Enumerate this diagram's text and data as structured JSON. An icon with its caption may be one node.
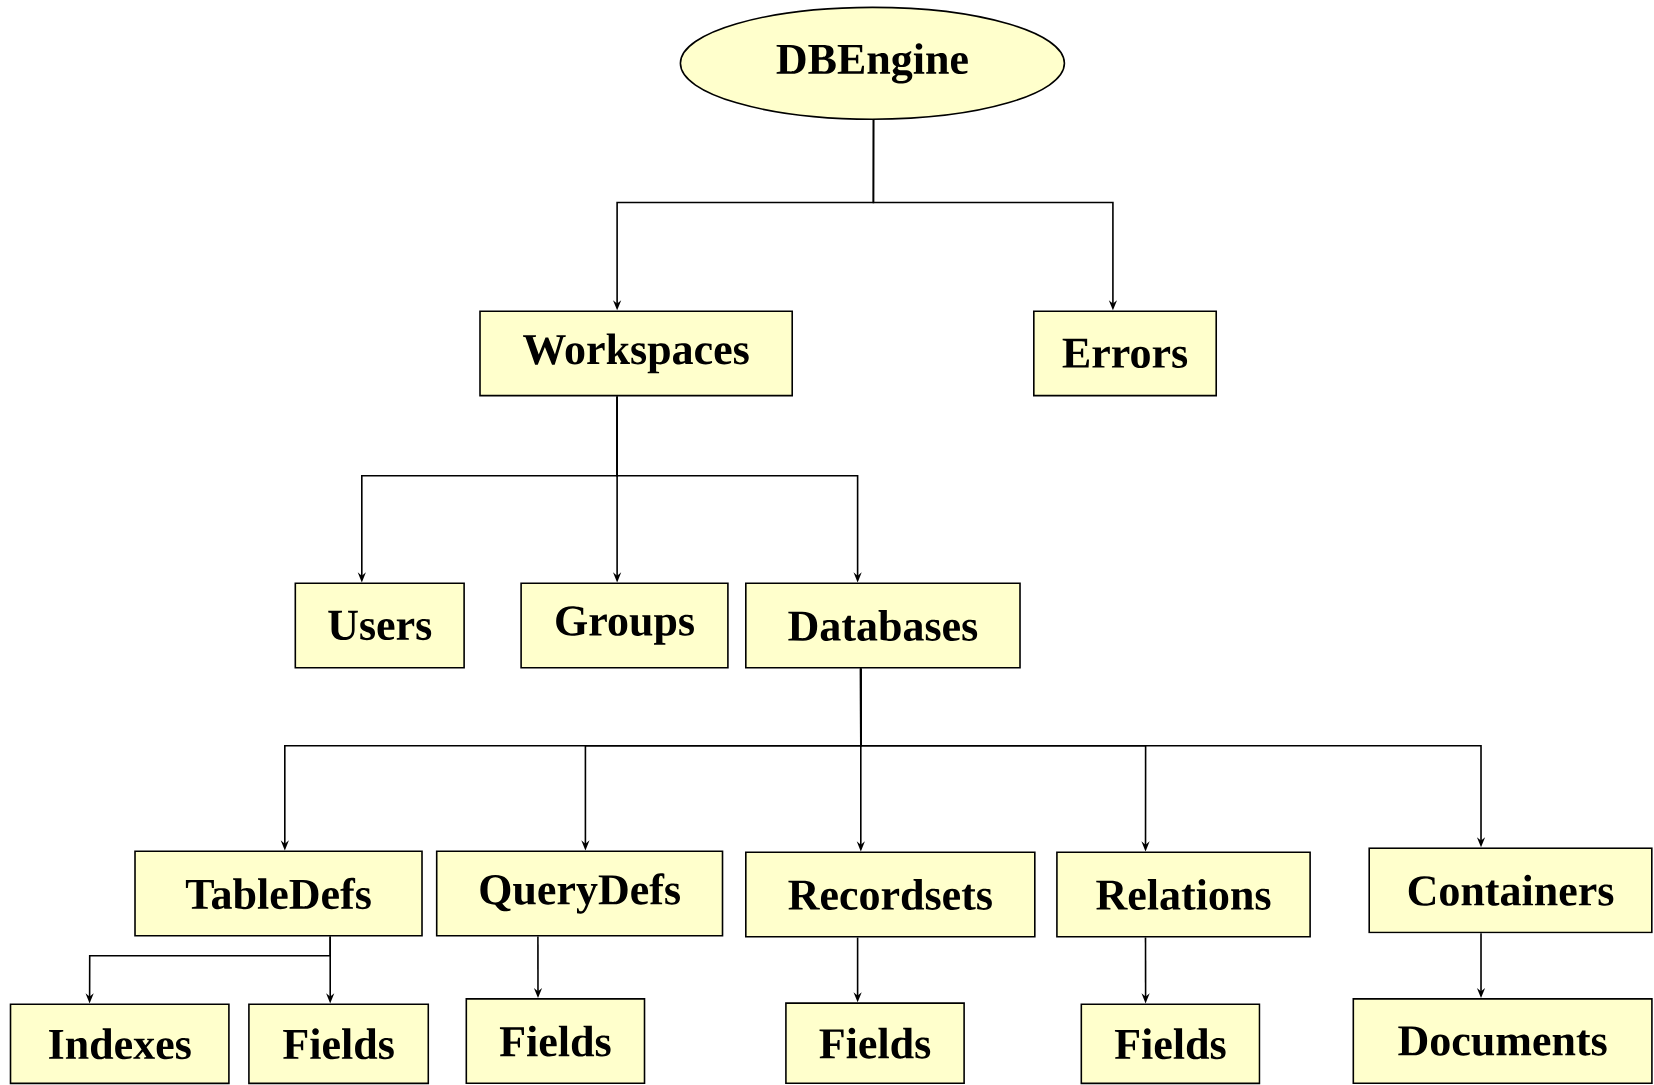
{
  "diagram": {
    "nodes": [
      {
        "text": [
          "DBEngine"
        ]
      },
      {
        "text": [
          "Workspaces"
        ]
      },
      {
        "text": [
          "Errors"
        ]
      },
      {
        "text": [
          "Users"
        ]
      },
      {
        "text": [
          "Groups"
        ]
      },
      {
        "text": [
          "Databases"
        ]
      },
      {
        "text": [
          "TableDefs"
        ]
      },
      {
        "text": [
          "QueryDefs"
        ]
      },
      {
        "text": [
          "Recordsets"
        ]
      },
      {
        "text": [
          "Relations"
        ]
      },
      {
        "text": [
          "Containers"
        ]
      },
      {
        "text": [
          "Indexes"
        ]
      },
      {
        "text": [
          "Fields"
        ]
      },
      {
        "text": [
          "Fields"
        ]
      },
      {
        "text": [
          "Fields"
        ]
      },
      {
        "text": [
          "Fields"
        ]
      },
      {
        "text": [
          "Documents"
        ]
      }
    ],
    "edges": [
      {
        "from": 0,
        "to": 1,
        "arrow": "to"
      },
      {
        "from": 0,
        "to": 2,
        "arrow": "to"
      },
      {
        "from": 1,
        "to": 3,
        "arrow": "to"
      },
      {
        "from": 1,
        "to": 4,
        "arrow": "to"
      },
      {
        "from": 1,
        "to": 5,
        "arrow": "to"
      },
      {
        "from": 5,
        "to": 6,
        "arrow": "to"
      },
      {
        "from": 5,
        "to": 7,
        "arrow": "to"
      },
      {
        "from": 5,
        "to": 8,
        "arrow": "to"
      },
      {
        "from": 5,
        "to": 9,
        "arrow": "to"
      },
      {
        "from": 5,
        "to": 10,
        "arrow": "to"
      },
      {
        "from": 6,
        "to": 11,
        "arrow": "to"
      },
      {
        "from": 6,
        "to": 12,
        "arrow": "to"
      },
      {
        "from": 7,
        "to": 13,
        "arrow": "to"
      },
      {
        "from": 8,
        "to": 14,
        "arrow": "to"
      },
      {
        "from": 9,
        "to": 15,
        "arrow": "to"
      },
      {
        "from": 10,
        "to": 16,
        "arrow": "to"
      }
    ]
  }
}
